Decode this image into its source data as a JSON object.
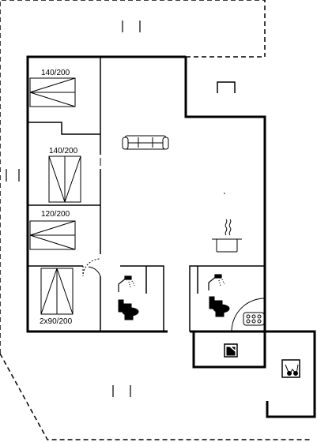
{
  "bed_labels": {
    "room1": "140/200",
    "room2": "140/200",
    "room3": "120/200",
    "room4": "2x90/200"
  },
  "icons": [
    "sofa-icon",
    "cooking-pot-icon",
    "shower-icon",
    "toilet-icon",
    "stove-icon",
    "washing-machine-icon",
    "heat-pump-icon",
    "bed-icon",
    "door-mark-icon"
  ],
  "colors": {
    "line": "#000000",
    "background": "#ffffff"
  }
}
